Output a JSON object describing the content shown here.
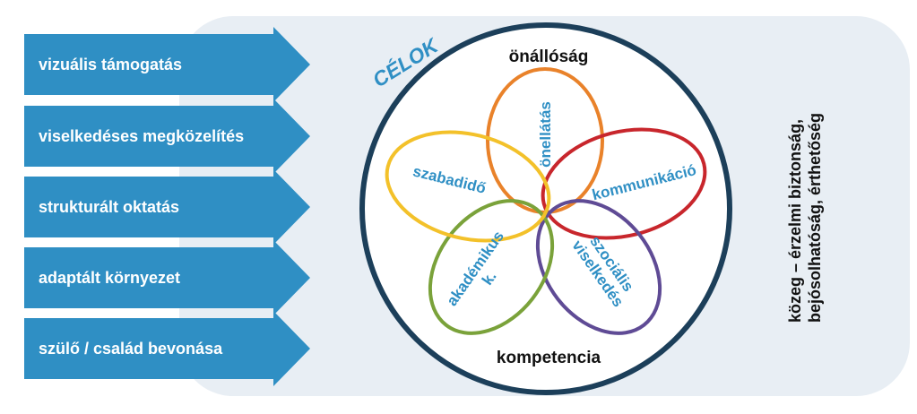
{
  "arrows": [
    {
      "label": "vizuális támogatás"
    },
    {
      "label": "viselkedéses megközelítés"
    },
    {
      "label": "strukturált oktatás"
    },
    {
      "label": "adaptált környezet"
    },
    {
      "label": "szülő / család bevonása"
    }
  ],
  "goals": {
    "title": "CÉLOK",
    "top": "önállóság",
    "bottom": "kompetencia"
  },
  "petals": [
    {
      "lines": [
        "önellátás"
      ],
      "color": "#e9822a"
    },
    {
      "lines": [
        "kommunikáció"
      ],
      "color": "#c8262c"
    },
    {
      "lines": [
        "szociális",
        "viselkedés"
      ],
      "color": "#5f4b95"
    },
    {
      "lines": [
        "akadémikus",
        "k."
      ],
      "color": "#7aa23a"
    },
    {
      "lines": [
        "szabadidő"
      ],
      "color": "#f3c12a"
    }
  ],
  "environment": {
    "keyword": "közeg",
    "text1": " – érzelmi biztonság,",
    "text2": "bejósolhatóság, érthetőség"
  },
  "colors": {
    "arrow": "#2f8fc4",
    "panel": "#e8eef4",
    "circle": "#1c3f5a",
    "petal_text": "#2f8fc4",
    "title": "#2f8fc4"
  }
}
